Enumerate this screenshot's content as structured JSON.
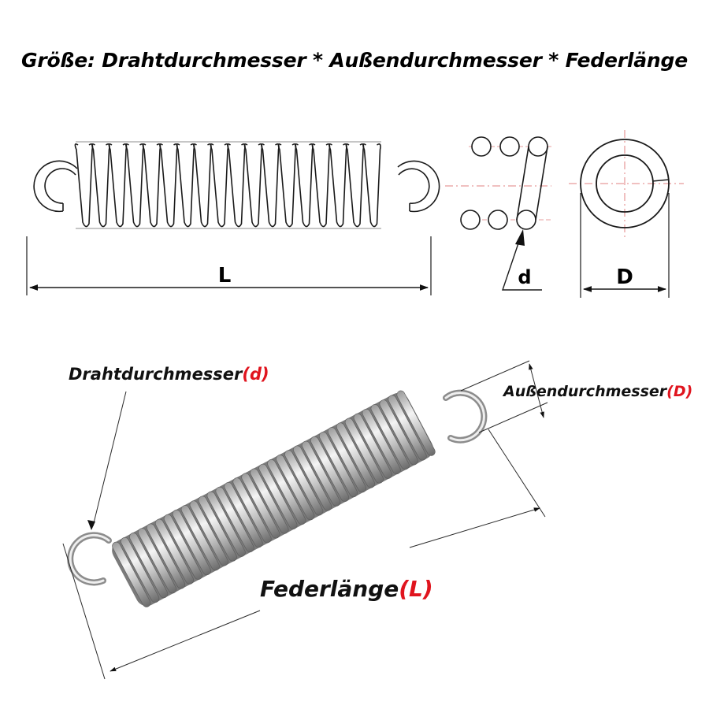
{
  "title": "Größe: Drahtdurchmesser * Außendurchmesser * Federlänge",
  "top_diagram": {
    "length_label": "L",
    "wire_label": "d",
    "outer_label": "D"
  },
  "bottom_diagram": {
    "wire": {
      "text": "Drahtdurchmesser",
      "symbol": "(d)"
    },
    "outer": {
      "text": "Außendurchmesser",
      "symbol": "(D)"
    },
    "length": {
      "text": "Federlänge",
      "symbol": "(L)"
    }
  },
  "colors": {
    "line": "#1a1a1a",
    "center_line": "#e08080",
    "accent": "#e0141e",
    "metal_light": "#f2f2f2",
    "metal_dark": "#6e6e6e"
  },
  "icons": [
    "spring-schematic",
    "coil-section",
    "ring-section",
    "spring-photo"
  ]
}
